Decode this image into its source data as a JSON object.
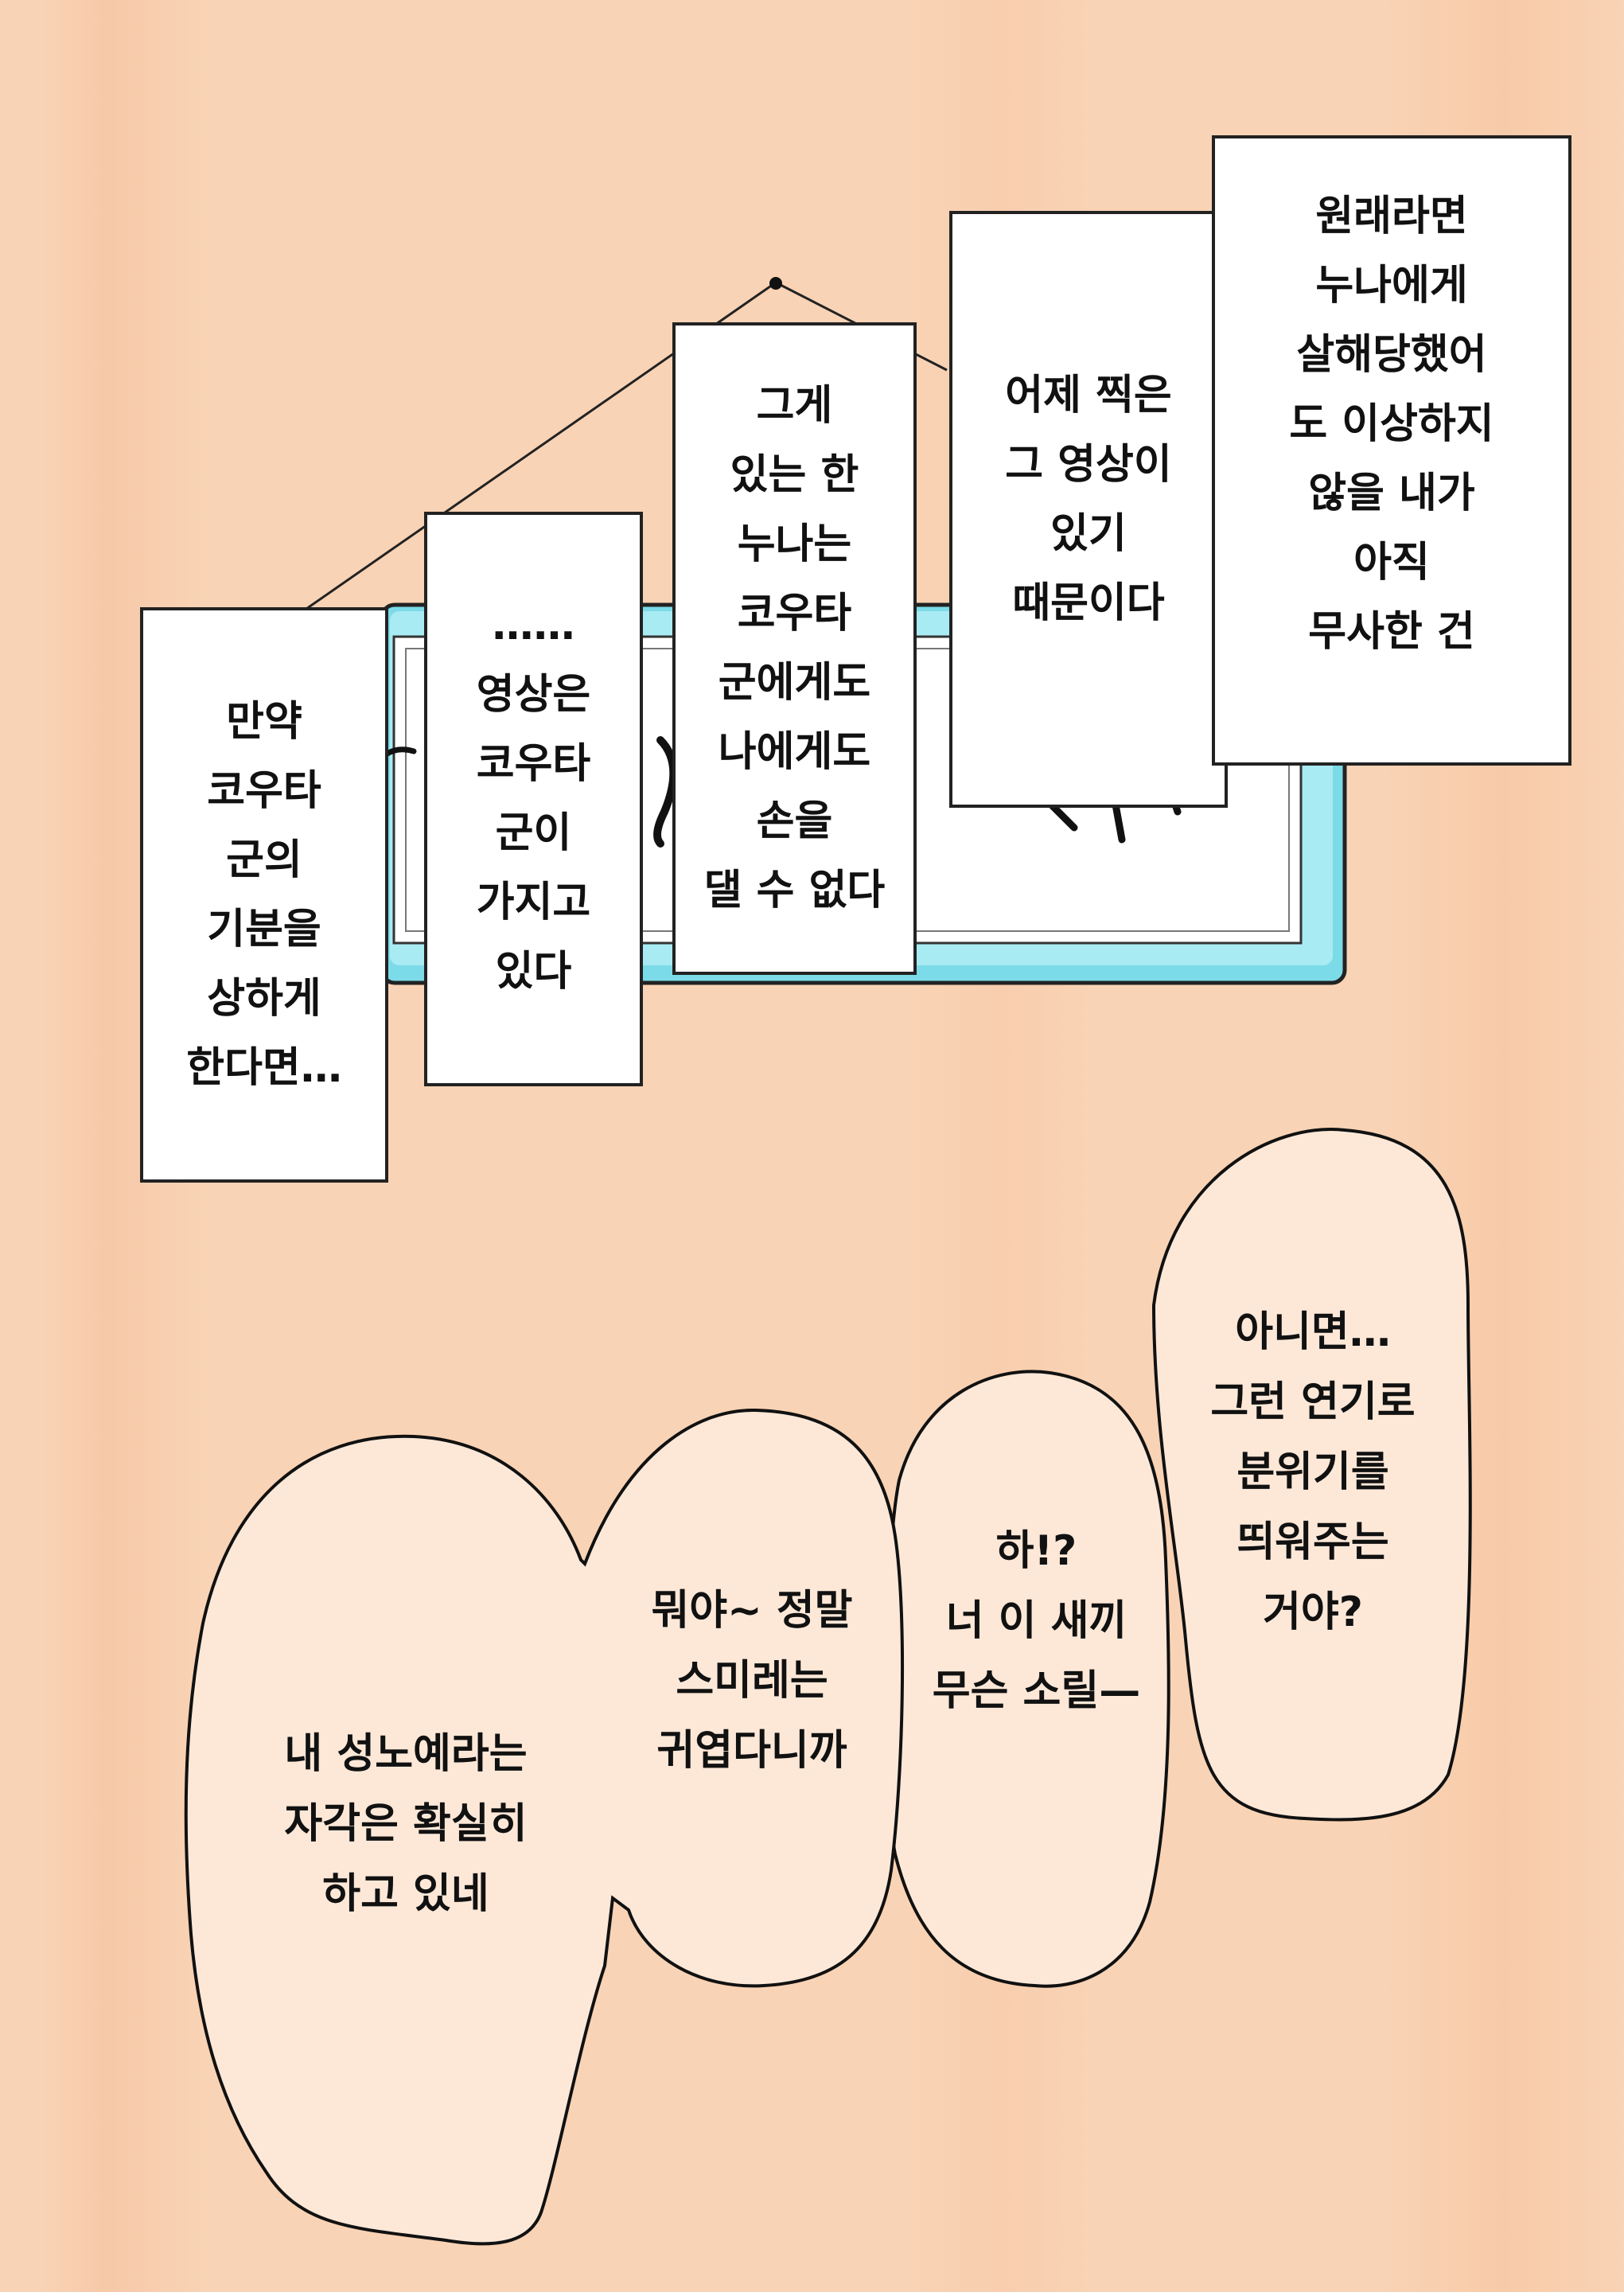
{
  "captions": {
    "c1": [
      "만약",
      "코우타",
      "군의",
      "기분을",
      "상하게",
      "한다면…"
    ],
    "c2": [
      "……",
      "영상은",
      "코우타",
      "군이",
      "가지고",
      "있다"
    ],
    "c3": [
      "그게",
      "있는 한",
      "누나는",
      "코우타",
      "군에게도",
      "나에게도",
      "손을",
      "댈 수 없다"
    ],
    "c4": [
      "어제 찍은",
      "그 영상이",
      "있기",
      "때문이다"
    ],
    "c5": [
      "원래라면",
      "누나에게",
      "살해당했어",
      "도 이상하지",
      "않을 내가",
      "아직",
      "무사한 건"
    ]
  },
  "bubbles": {
    "b1": [
      "내 성노예라는",
      "자각은 확실히",
      "하고 있네"
    ],
    "b2": [
      "뭐야~ 정말",
      "스미레는",
      "귀엽다니까"
    ],
    "b3": [
      "하!?",
      "너 이 새끼",
      "무슨 소릴—"
    ],
    "b4": [
      "아니면…",
      "그런 연기로",
      "분위기를",
      "띄워주는",
      "거야?"
    ]
  },
  "colors": {
    "background": "#f9d3b5",
    "bubble_fill": "#fde8d8",
    "frame": "#a9ebf3"
  }
}
